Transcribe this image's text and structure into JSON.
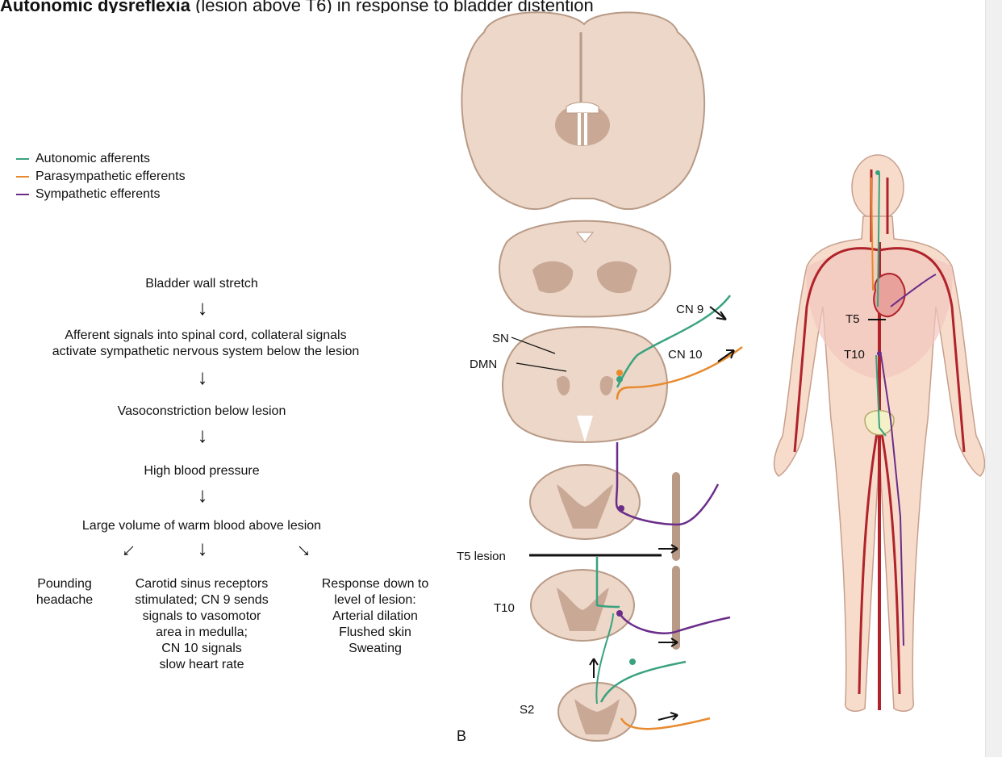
{
  "header": {
    "title_bold": "Autonomic dysreflexia",
    "title_rest": " (lesion above T6) in response to bladder distention"
  },
  "legend": {
    "items": [
      {
        "label": "Autonomic afferents",
        "color": "#3aa27f"
      },
      {
        "label": "Parasympathetic efferents",
        "color": "#e88a2c"
      },
      {
        "label": "Sympathetic efferents",
        "color": "#6a2d8a"
      }
    ]
  },
  "flow": {
    "step1": "Bladder wall stretch",
    "step2": "Afferent signals into spinal cord, collateral signals\nactivate sympathetic nervous system below the lesion",
    "step3": "Vasoconstriction below lesion",
    "step4": "High blood pressure",
    "step5": "Large volume of warm blood above lesion",
    "out_left": "Pounding\nheadache",
    "out_mid": "Carotid sinus receptors\nstimulated; CN 9 sends\nsignals to vasomotor\narea in medulla;\nCN 10 signals\nslow heart rate",
    "out_right": "Response down to\nlevel of lesion:\nArterial dilation\nFlushed skin\nSweating"
  },
  "diagram": {
    "cn9": "CN 9",
    "cn10": "CN 10",
    "sn": "SN",
    "dmn": "DMN",
    "t5_lesion": "T5 lesion",
    "t10": "T10",
    "s2": "S2",
    "panel_label": "B",
    "body_t5": "T5",
    "body_t10": "T10"
  },
  "colors": {
    "tissue": "#ecd7c8",
    "tissue_stroke": "#b89a86",
    "grey_matter": "#c9a896",
    "afferent": "#3aa27f",
    "parasympathetic": "#e88a2c",
    "sympathetic": "#6a2d8a",
    "artery": "#b0232a",
    "skin": "#f7dccc"
  }
}
